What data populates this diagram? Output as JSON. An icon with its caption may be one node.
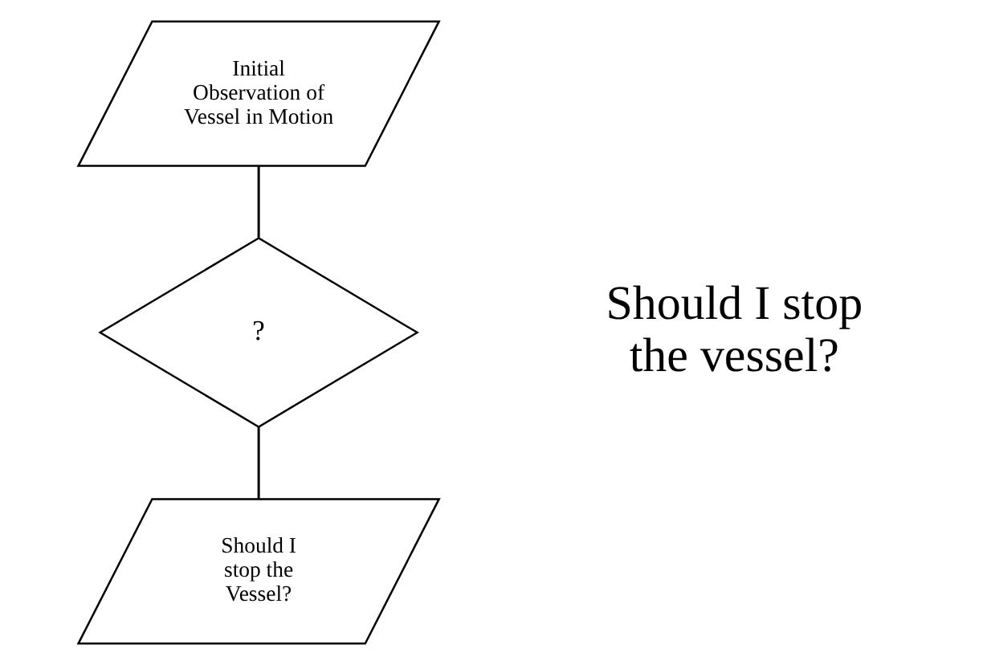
{
  "diagram": {
    "nodes": [
      {
        "text": [
          "Initial Observation of Vessel in Motion"
        ]
      },
      {
        "text": [
          "?"
        ]
      },
      {
        "text": [
          "Should I stop the Vessel?"
        ]
      }
    ],
    "edges": [
      {
        "from": 0,
        "to": 1,
        "arrow": "none"
      },
      {
        "from": 1,
        "to": 2,
        "arrow": "none"
      }
    ],
    "labels": [
      "Should I stop the vessel?"
    ]
  }
}
